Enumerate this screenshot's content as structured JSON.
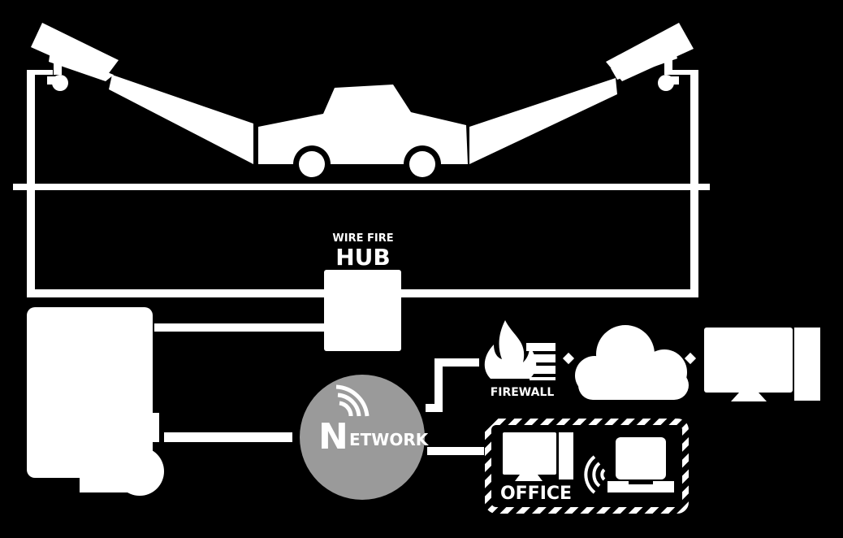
{
  "labels": {
    "hub_top": "WIRE FIRE",
    "hub_main": "HUB",
    "firewall": "FIREWALL",
    "network_initial": "N",
    "network_rest": "ETWORK",
    "office": "OFFICE"
  },
  "colors": {
    "background": "#000000",
    "foreground": "#ffffff",
    "network_fill": "#9a9a9a"
  },
  "icons": {
    "camera_left": "security-camera-icon",
    "camera_right": "security-camera-icon",
    "car": "car-icon",
    "hub": "hub-box-icon",
    "server": "server-icon",
    "firewall": "firewall-icon",
    "cloud": "cloud-icon",
    "desktop": "desktop-computer-icon",
    "office_desktop": "desktop-computer-icon",
    "wifi": "wifi-icon",
    "laptop": "laptop-icon"
  }
}
